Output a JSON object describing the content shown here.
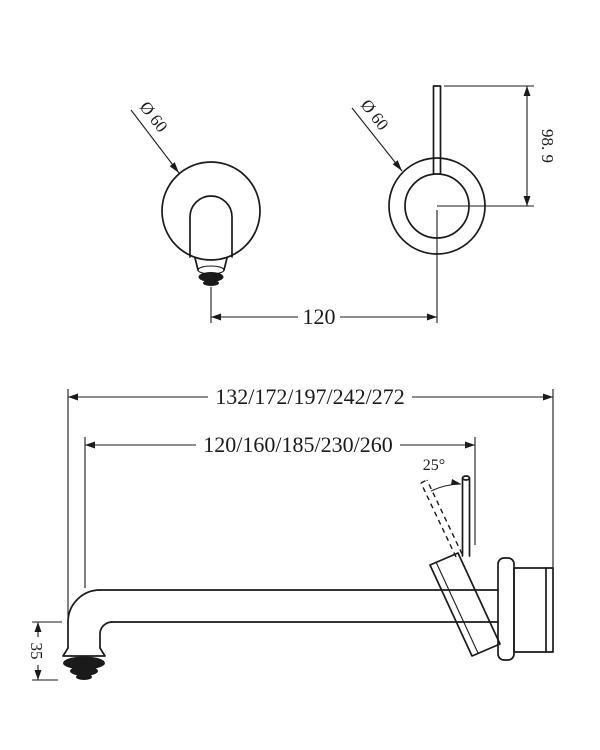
{
  "front_view": {
    "spout_diameter_label": "Ø 60",
    "mixer_diameter_label": "Ø 60",
    "handle_height_label": "98. 9",
    "centres_label": "120"
  },
  "side_view": {
    "overall_projection_label": "132/172/197/242/272",
    "spout_projection_label": "120/160/185/230/260",
    "handle_angle_label": "25°",
    "outlet_drop_label": "35"
  },
  "colors": {
    "line": "#1a1a1a",
    "background": "#ffffff"
  }
}
